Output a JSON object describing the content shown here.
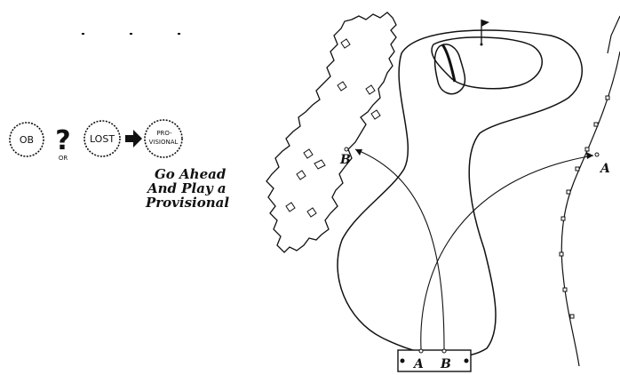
{
  "flow": {
    "ob_label": "OB",
    "question_mark": "?",
    "or_label": "OR",
    "lost_label": "LOST",
    "provisional_line1": "PRO-",
    "provisional_line2": "VISIONAL"
  },
  "caption": {
    "line1": "Go Ahead",
    "line2": "And Play a",
    "line3": "Provisional"
  },
  "points": {
    "tee_a": "A",
    "tee_b": "B",
    "land_a": "A",
    "land_b": "B"
  },
  "icons": {
    "flag": "flag-icon",
    "arrow": "right-arrow-icon"
  }
}
